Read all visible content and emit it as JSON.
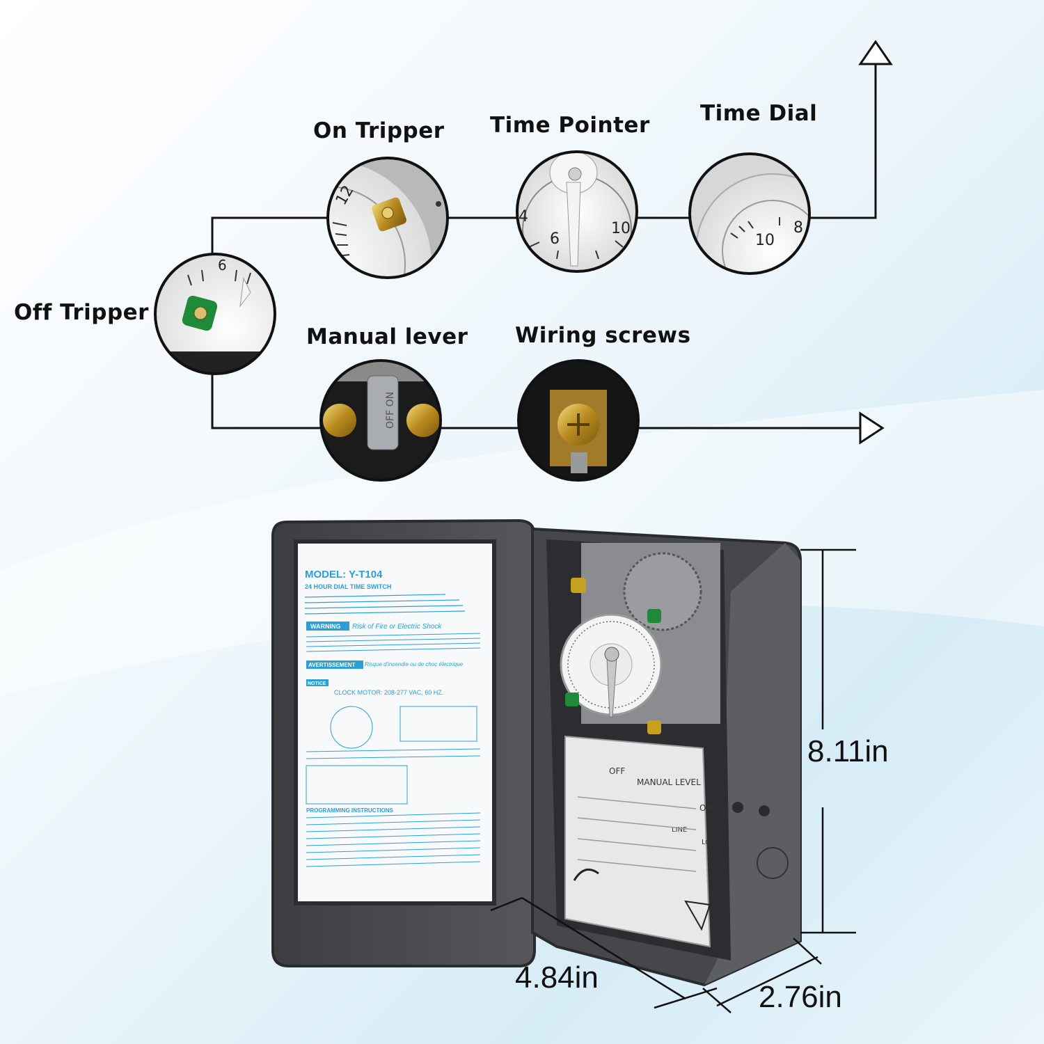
{
  "callouts": {
    "on_tripper": "On Tripper",
    "time_pointer": "Time Pointer",
    "time_dial": "Time Dial",
    "off_tripper": "Off Tripper",
    "manual_lever": "Manual lever",
    "wiring_screws": "Wiring screws"
  },
  "dimensions": {
    "height": "8.11in",
    "width": "4.84in",
    "depth": "2.76in"
  },
  "panel": {
    "model": "MODEL: Y-T104",
    "subtitle": "24 HOUR DIAL TIME SWITCH",
    "warning": "WARNING",
    "warning_text": "Risk of Fire or Electric Shock",
    "avertissement": "AVERTISSEMENT",
    "avertissement_text": "Risque d'incendie ou de choc électrique",
    "notice": "NOTICE",
    "clock_motor": "CLOCK MOTOR: 208-277 VAC, 60 HZ.",
    "programming": "PROGRAMMING INSTRUCTIONS"
  },
  "mechanism": {
    "off_label": "OFF",
    "manual_level": "MANUAL LEVEL",
    "on_label": "ON",
    "line_label": "LINE",
    "load_label": "LOAD"
  },
  "colors": {
    "enclosure": "#4a4c50",
    "panel_text": "#2a9fd6",
    "on_tripper": "#c8a020",
    "off_tripper": "#1f8a3a"
  }
}
